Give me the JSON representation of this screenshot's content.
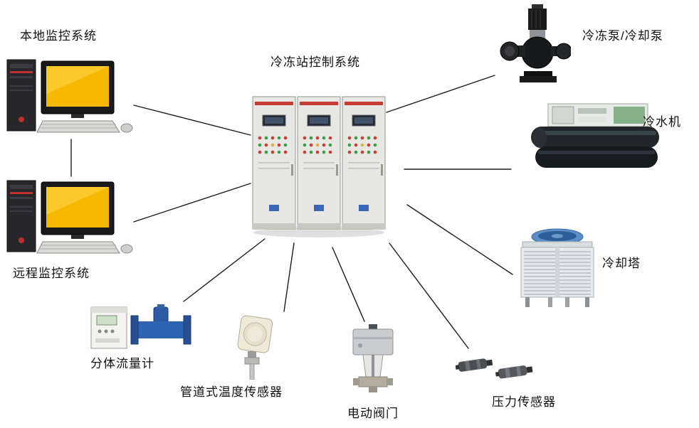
{
  "diagram": {
    "center": {
      "label": "冷冻站控制系统",
      "icon": "control-cabinets"
    },
    "nodes": {
      "local_monitor": {
        "label": "本地监控系统",
        "icon": "desktop-computer"
      },
      "remote_monitor": {
        "label": "远程监控系统",
        "icon": "desktop-computer"
      },
      "pumps": {
        "label": "冷冻泵/冷却泵",
        "icon": "vertical-inline-pump"
      },
      "chiller": {
        "label": "冷水机",
        "icon": "water-chiller"
      },
      "cooling_tower": {
        "label": "冷却塔",
        "icon": "cooling-tower"
      },
      "flow_meter": {
        "label": "分体流量计",
        "icon": "split-flow-meter"
      },
      "temp_sensor": {
        "label": "管道式温度传感器",
        "icon": "pipe-temperature-sensor"
      },
      "electric_valve": {
        "label": "电动阀门",
        "icon": "electric-valve"
      },
      "pressure_sensor": {
        "label": "压力传感器",
        "icon": "pressure-transmitter"
      }
    },
    "connections": [
      [
        "local_monitor",
        "center"
      ],
      [
        "local_monitor",
        "remote_monitor"
      ],
      [
        "remote_monitor",
        "center"
      ],
      [
        "center",
        "pumps"
      ],
      [
        "center",
        "chiller"
      ],
      [
        "center",
        "cooling_tower"
      ],
      [
        "center",
        "flow_meter"
      ],
      [
        "center",
        "temp_sensor"
      ],
      [
        "center",
        "electric_valve"
      ],
      [
        "center",
        "pressure_sensor"
      ]
    ],
    "line_color": "#1c1c1c",
    "accent_colors": {
      "cabinet_stripe": "#c83a35",
      "screen_yellow": "#f5b901",
      "meter_blue": "#2f64b5",
      "fan_blue": "#4a7fc0"
    }
  }
}
